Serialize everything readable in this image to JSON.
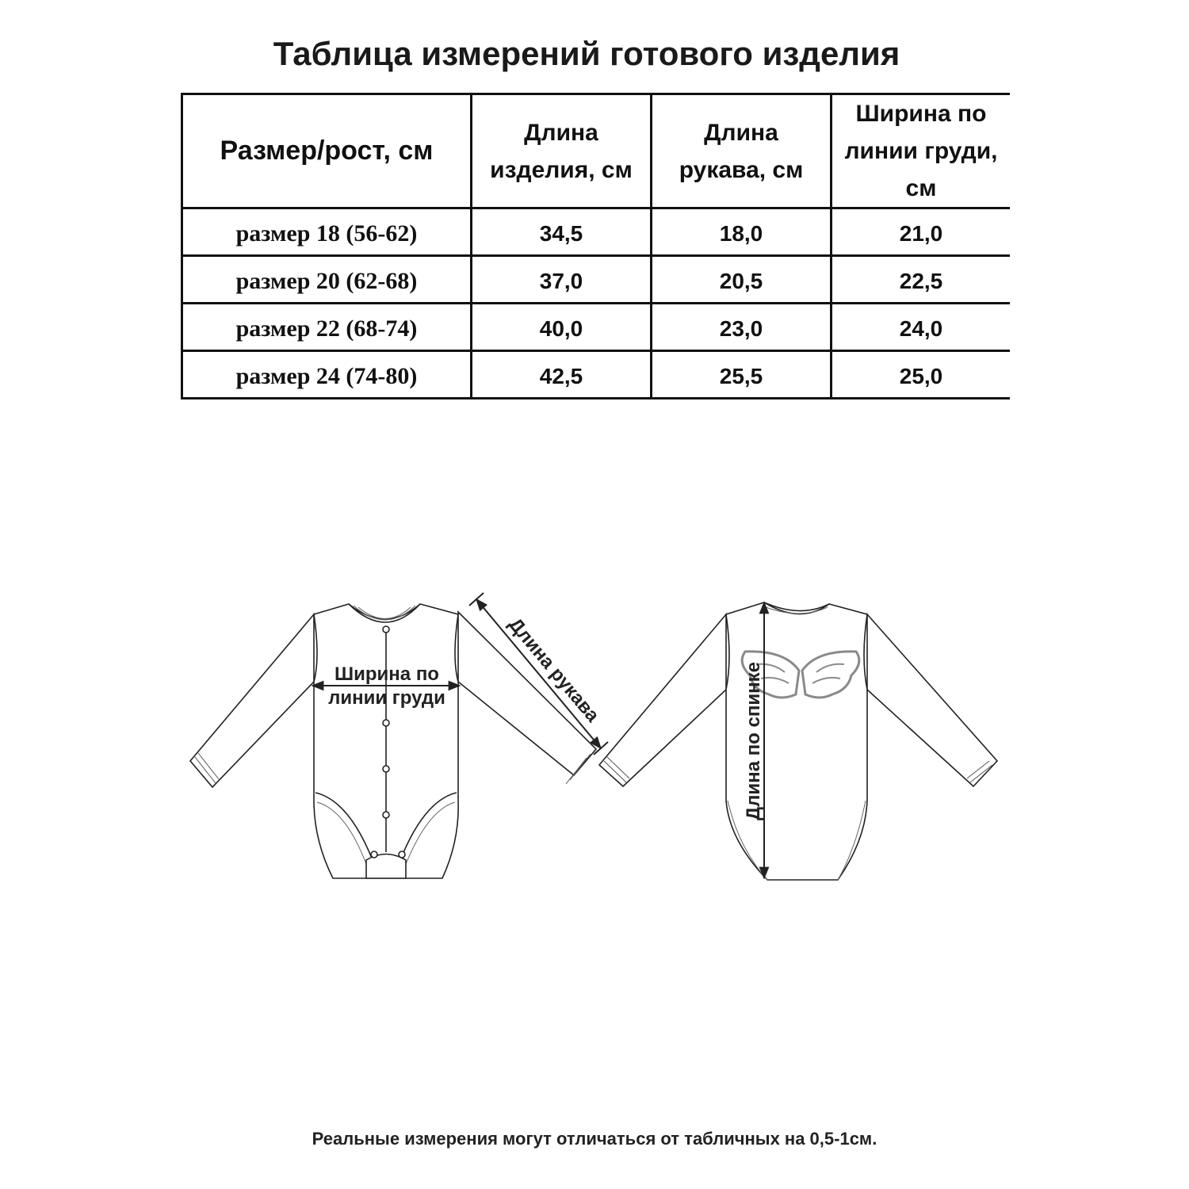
{
  "title": "Таблица измерений готового изделия",
  "table": {
    "headers": [
      "Размер/рост, см",
      "Длина изделия, см",
      "Длина рукава, см",
      "Ширина по линии груди, см"
    ],
    "headers_lines": [
      [
        "Размер/рост, см"
      ],
      [
        "Длина",
        "изделия, см"
      ],
      [
        "Длина",
        "рукава, см"
      ],
      [
        "Ширина по",
        "линии груди,",
        "см"
      ]
    ],
    "rows": [
      [
        "размер 18 (56-62)",
        "34,5",
        "18,0",
        "21,0"
      ],
      [
        "размер 20 (62-68)",
        "37,0",
        "20,5",
        "22,5"
      ],
      [
        "размер 22 (68-74)",
        "40,0",
        "23,0",
        "24,0"
      ],
      [
        "размер 24 (74-80)",
        "42,5",
        "25,5",
        "25,0"
      ]
    ]
  },
  "diagram": {
    "front_chest_label_line1": "Ширина по",
    "front_chest_label_line2": "линии груди",
    "sleeve_label": "Длина рукава",
    "back_length_label": "Длина по спинке"
  },
  "footer": "Реальные измерения могут отличаться от табличных на 0,5-1см."
}
